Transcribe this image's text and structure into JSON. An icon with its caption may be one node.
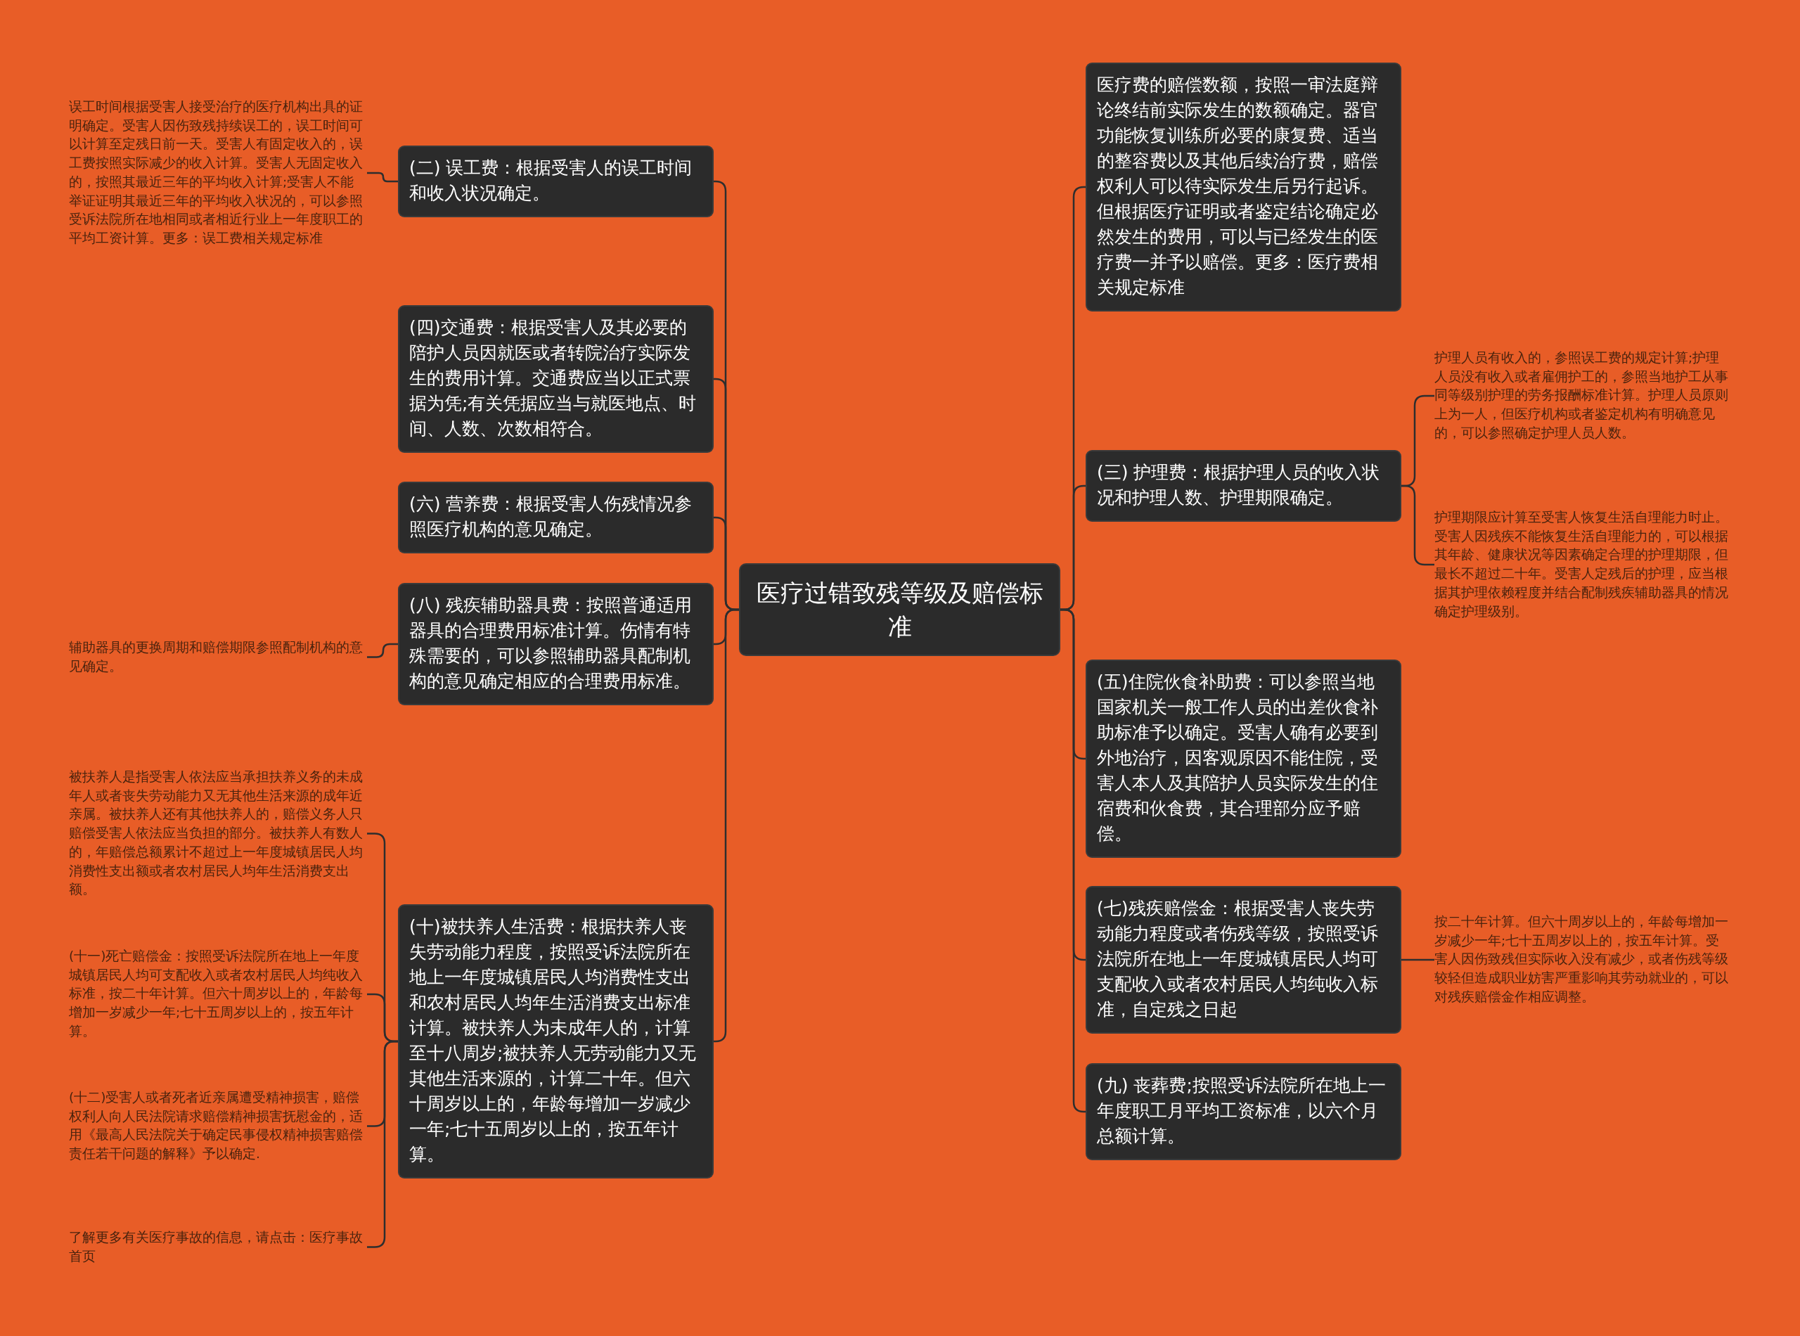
{
  "diagram": {
    "nodes": [
      {
        "text": [
          "医疗过错致残等级及赔偿标准"
        ]
      },
      {
        "text": [
          "医疗费的赔偿数额，按照一审法庭辩论终结前实际发生的数额确定。器官功能恢复训练所必要的康复费、适当的整容费以及其他后续治疗费，赔偿权利人可以待实际发生后另行起诉。但根据医疗证明或者鉴定结论确定必然发生的费用，可以与已经发生的医疗费一并予以赔偿。更多：医疗费相关规定标准"
        ]
      },
      {
        "text": [
          "(三) 护理费：根据护理人员的收入状况和护理人数、护理期限确定。"
        ]
      },
      {
        "text": [
          "护理人员有收入的，参照误工费的规定计算;护理人员没有收入或者雇佣护工的，参照当地护工从事同等级别护理的劳务报酬标准计算。护理人员原则上为一人，但医疗机构或者鉴定机构有明确意见的，可以参照确定护理人员人数。"
        ]
      },
      {
        "text": [
          "护理期限应计算至受害人恢复生活自理能力时止。受害人因残疾不能恢复生活自理能力的，可以根据其年龄、健康状况等因素确定合理的护理期限，但最长不超过二十年。受害人定残后的护理，应当根据其护理依赖程度并结合配制残疾辅助器具的情况确定护理级别。"
        ]
      },
      {
        "text": [
          "(五)住院伙食补助费：可以参照当地国家机关一般工作人员的出差伙食补助标准予以确定。受害人确有必要到外地治疗，因客观原因不能住院，受害人本人及其陪护人员实际发生的住宿费和伙食费，其合理部分应予赔偿。"
        ]
      },
      {
        "text": [
          "(七)残疾赔偿金：根据受害人丧失劳动能力程度或者伤残等级，按照受诉法院所在地上一年度城镇居民人均可支配收入或者农村居民人均纯收入标准，自定残之日起"
        ]
      },
      {
        "text": [
          "按二十年计算。但六十周岁以上的，年龄每增加一岁减少一年;七十五周岁以上的，按五年计算。受害人因伤致残但实际收入没有减少，或者伤残等级较轻但造成职业妨害严重影响其劳动就业的，可以对残疾赔偿金作相应调整。"
        ]
      },
      {
        "text": [
          "(九) 丧葬费;按照受诉法院所在地上一年度职工月平均工资标准，以六个月总额计算。"
        ]
      },
      {
        "text": [
          "(二) 误工费：根据受害人的误工时间和收入状况确定。"
        ]
      },
      {
        "text": [
          "误工时间根据受害人接受治疗的医疗机构出具的证明确定。受害人因伤致残持续误工的，误工时间可以计算至定残日前一天。受害人有固定收入的，误工费按照实际减少的收入计算。受害人无固定收入的，按照其最近三年的平均收入计算;受害人不能举证证明其最近三年的平均收入状况的，可以参照受诉法院所在地相同或者相近行业上一年度职工的平均工资计算。更多：误工费相关规定标准"
        ]
      },
      {
        "text": [
          "(四)交通费：根据受害人及其必要的陪护人员因就医或者转院治疗实际发生的费用计算。交通费应当以正式票据为凭;有关凭据应当与就医地点、时间、人数、次数相符合。"
        ]
      },
      {
        "text": [
          "(六) 营养费：根据受害人伤残情况参照医疗机构的意见确定。"
        ]
      },
      {
        "text": [
          "(八) 残疾辅助器具费：按照普通适用器具的合理费用标准计算。伤情有特殊需要的，可以参照辅助器具配制机构的意见确定相应的合理费用标准。"
        ]
      },
      {
        "text": [
          "辅助器具的更换周期和赔偿期限参照配制机构的意见确定。"
        ]
      },
      {
        "text": [
          "(十)被扶养人生活费：根据扶养人丧失劳动能力程度，按照受诉法院所在地上一年度城镇居民人均消费性支出和农村居民人均年生活消费支出标准计算。被扶养人为未成年人的，计算至十八周岁;被扶养人无劳动能力又无其他生活来源的，计算二十年。但六十周岁以上的，年龄每增加一岁减少一年;七十五周岁以上的，按五年计算。"
        ]
      },
      {
        "text": [
          "被扶养人是指受害人依法应当承担扶养义务的未成年人或者丧失劳动能力又无其他生活来源的成年近亲属。被扶养人还有其他扶养人的，赔偿义务人只赔偿受害人依法应当负担的部分。被扶养人有数人的，年赔偿总额累计不超过上一年度城镇居民人均消费性支出额或者农村居民人均年生活消费支出额。"
        ]
      },
      {
        "text": [
          "(十一)死亡赔偿金：按照受诉法院所在地上一年度城镇居民人均可支配收入或者农村居民人均纯收入标准，按二十年计算。但六十周岁以上的，年龄每增加一岁减少一年;七十五周岁以上的，按五年计算。"
        ]
      },
      {
        "text": [
          "(十二)受害人或者死者近亲属遭受精神损害，赔偿权利人向人民法院请求赔偿精神损害抚慰金的，适用《最高人民法院关于确定民事侵权精神损害赔偿责任若干问题的解释》予以确定."
        ]
      },
      {
        "text": [
          "了解更多有关医疗事故的信息，请点击：医疗事故首页"
        ]
      }
    ],
    "edges": [
      {
        "from": 0,
        "to": 1,
        "arrow": "none"
      },
      {
        "from": 0,
        "to": 2,
        "arrow": "none"
      },
      {
        "from": 2,
        "to": 3,
        "arrow": "none"
      },
      {
        "from": 2,
        "to": 4,
        "arrow": "none"
      },
      {
        "from": 0,
        "to": 5,
        "arrow": "none"
      },
      {
        "from": 0,
        "to": 6,
        "arrow": "none"
      },
      {
        "from": 6,
        "to": 7,
        "arrow": "none"
      },
      {
        "from": 0,
        "to": 8,
        "arrow": "none"
      },
      {
        "from": 0,
        "to": 9,
        "arrow": "none"
      },
      {
        "from": 9,
        "to": 10,
        "arrow": "none"
      },
      {
        "from": 0,
        "to": 11,
        "arrow": "none"
      },
      {
        "from": 0,
        "to": 12,
        "arrow": "none"
      },
      {
        "from": 0,
        "to": 13,
        "arrow": "none"
      },
      {
        "from": 13,
        "to": 14,
        "arrow": "none"
      },
      {
        "from": 0,
        "to": 15,
        "arrow": "none"
      },
      {
        "from": 15,
        "to": 16,
        "arrow": "none"
      },
      {
        "from": 15,
        "to": 17,
        "arrow": "none"
      },
      {
        "from": 15,
        "to": 18,
        "arrow": "none"
      },
      {
        "from": 15,
        "to": 19,
        "arrow": "none"
      }
    ]
  }
}
